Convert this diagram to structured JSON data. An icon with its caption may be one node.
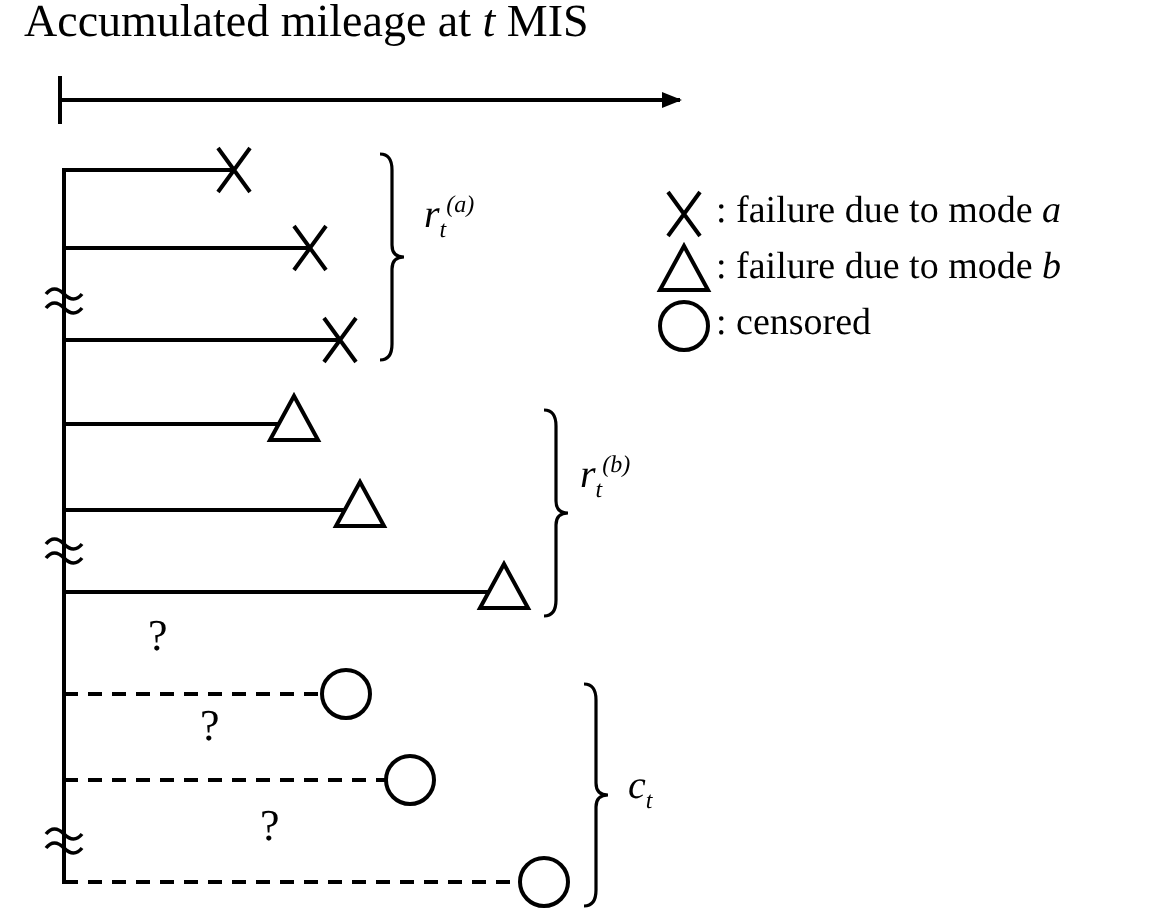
{
  "diagram": {
    "title": "Accumulated mileage at *t* MIS",
    "labels": [
      "r$_{t}$$^{(a)}$",
      "r$_{t}$$^{(b)}$",
      "?",
      "?",
      "c$_{t}$",
      "?"
    ],
    "legend": [
      {
        "text": ": failure due to mode *a*"
      },
      {
        "text": ": failure due to mode *b*"
      },
      {
        "text": ": censored"
      }
    ]
  }
}
